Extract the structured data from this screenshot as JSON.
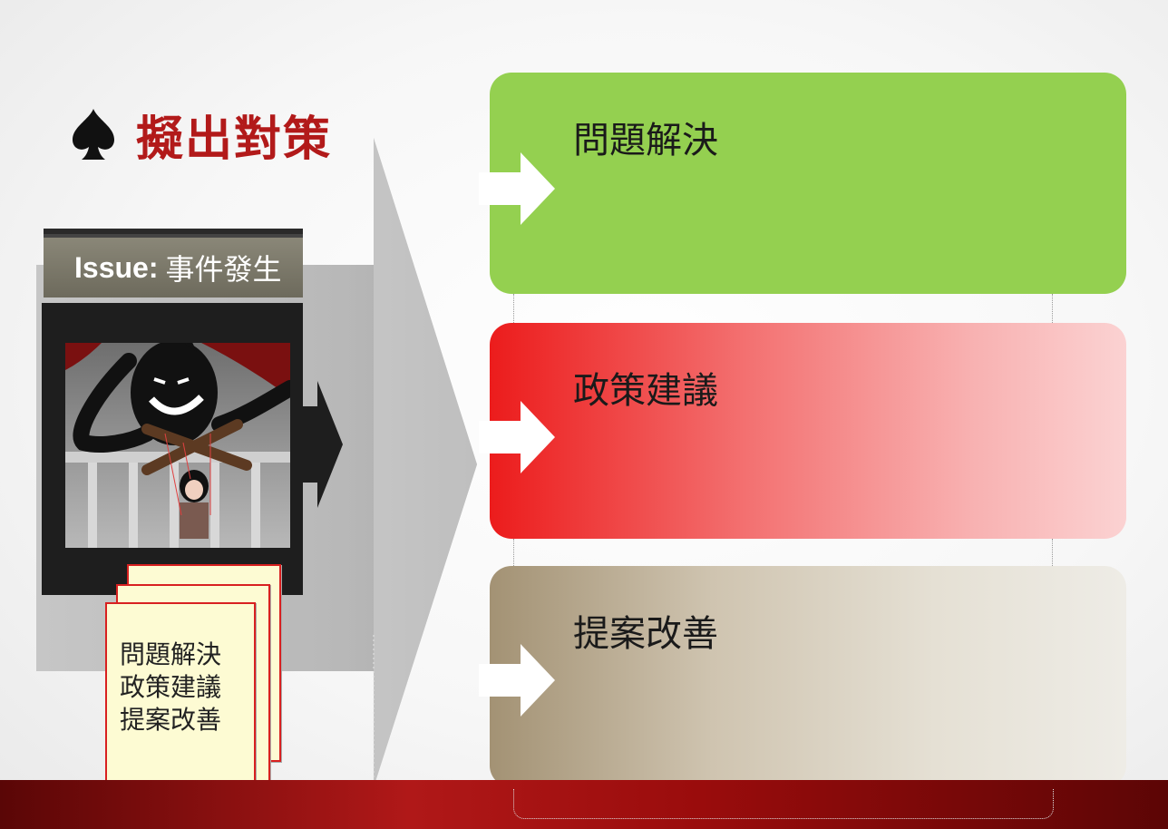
{
  "title": {
    "icon": "spade-icon",
    "text": "擬出對策"
  },
  "issue": {
    "label_bold": "Issue:",
    "label_text": "事件發生",
    "image": "puppet-master-illustration"
  },
  "document": {
    "lines": [
      "問題解決",
      "政策建議",
      "提案改善"
    ]
  },
  "cards": [
    {
      "title": "問題解決",
      "color": "#94d050"
    },
    {
      "title": "政策建議",
      "color": "#ec1c1c"
    },
    {
      "title": "提案改善",
      "color": "#a39274"
    }
  ],
  "colors": {
    "title_red": "#b21a1a",
    "band_red": "#b01818",
    "paper": "#fdfbd3"
  }
}
